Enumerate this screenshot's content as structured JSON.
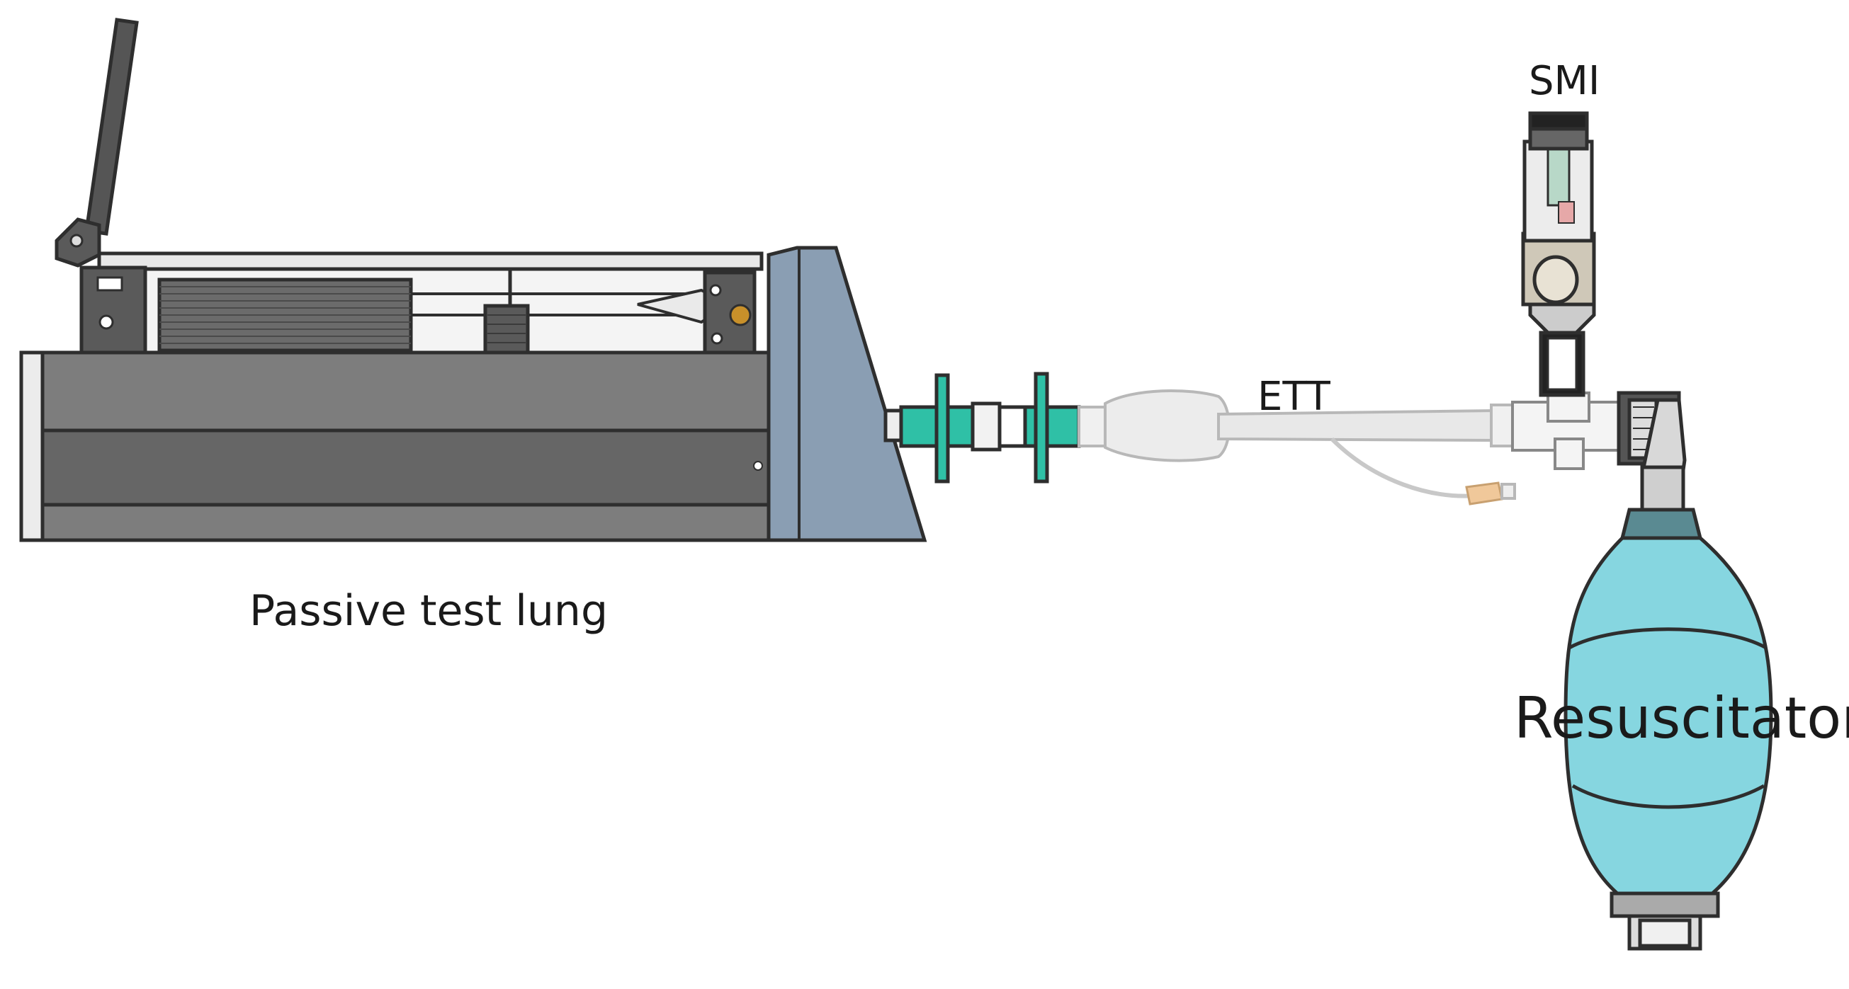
{
  "labels": {
    "test_lung": "Passive test lung",
    "ett": "ETT",
    "smi": "SMI",
    "resuscitator": "Resuscitator"
  },
  "colors": {
    "outline": "#2e2e2e",
    "lung_body": "#7a7a7a",
    "lung_stripe": "#6a6a6a",
    "lung_end": "#8a9eb3",
    "frame": "#5a5a5a",
    "filter_teal": "#2fc0a6",
    "tube": "#e4e4e4",
    "smi_body": "#cfc8b8",
    "bag": "#86d6e0",
    "pilot_balloon": "#f0c89a",
    "knob": "#c8902a"
  },
  "icons": [
    "test-lung-icon",
    "bacterial-filter-icon",
    "endotracheal-tube-icon",
    "smi-inhaler-icon",
    "t-piece-connector-icon",
    "resuscitator-bag-icon"
  ]
}
